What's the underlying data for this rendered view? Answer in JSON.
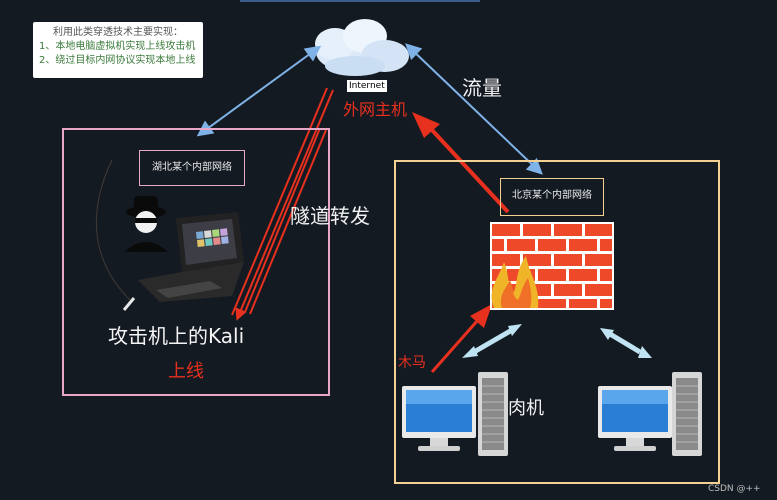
{
  "note": {
    "title": "利用此类穿透技术主要实现：",
    "line1": "1、本地电脑虚拟机实现上线攻击机",
    "line2": "2、绕过目标内网协议实现本地上线"
  },
  "labels": {
    "internet": "Internet",
    "outer_host": "外网主机",
    "traffic": "流量",
    "tunnel": "隧道转发",
    "hubei_network": "湖北某个内部网络",
    "beijing_network": "北京某个内部网络",
    "attacker": "攻击机上的Kali",
    "online": "上线",
    "trojan": "木马",
    "zombie": "肉机",
    "watermark": "CSDN @++"
  },
  "colors": {
    "background": "#141a22",
    "red": "#e8301e",
    "pink_frame": "#e8a6c8",
    "gold_frame": "#f2d193",
    "blue_arrow": "#7fb2e6"
  },
  "icons": [
    "cloud-icon",
    "hacker-icon",
    "laptop-icon",
    "firewall-icon",
    "computer-icon"
  ]
}
